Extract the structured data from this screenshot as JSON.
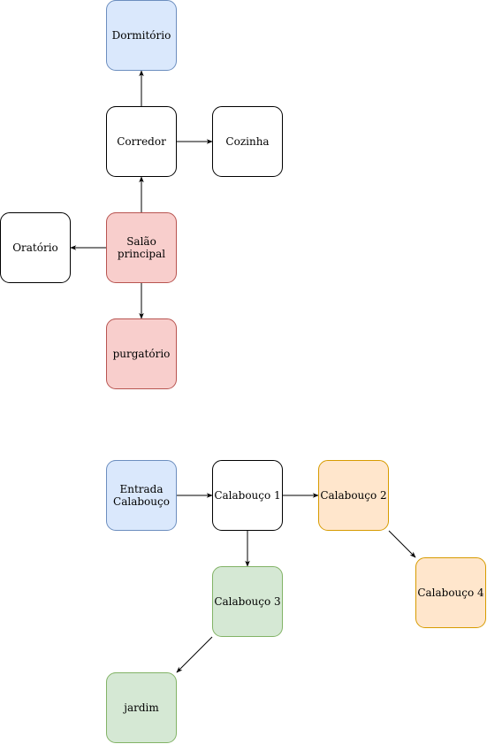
{
  "diagram": {
    "nodes": {
      "dormitorio": {
        "label": "Dormitório"
      },
      "corredor": {
        "label": "Corredor"
      },
      "cozinha": {
        "label": "Cozinha"
      },
      "oratorio": {
        "label": "Oratório"
      },
      "salao": {
        "label": "Salão\nprincipal"
      },
      "purgatorio": {
        "label": "purgatório"
      },
      "entrada": {
        "label": "Entrada\nCalabouço"
      },
      "calabouco1": {
        "label": "Calabouço 1"
      },
      "calabouco2": {
        "label": "Calabouço 2"
      },
      "calabouco3": {
        "label": "Calabouço 3"
      },
      "calabouco4": {
        "label": "Calabouço 4"
      },
      "jardim": {
        "label": "jardim"
      }
    },
    "edges": [
      {
        "from": "salao",
        "to": "corredor"
      },
      {
        "from": "salao",
        "to": "oratorio"
      },
      {
        "from": "salao",
        "to": "purgatorio"
      },
      {
        "from": "corredor",
        "to": "dormitorio"
      },
      {
        "from": "corredor",
        "to": "cozinha"
      },
      {
        "from": "entrada",
        "to": "calabouco1"
      },
      {
        "from": "calabouco1",
        "to": "calabouco2"
      },
      {
        "from": "calabouco1",
        "to": "calabouco3"
      },
      {
        "from": "calabouco2",
        "to": "calabouco4"
      },
      {
        "from": "calabouco3",
        "to": "jardim"
      }
    ],
    "colors": {
      "blue_fill": "#dae8fc",
      "blue_stroke": "#6c8ebf",
      "red_fill": "#f8cecc",
      "red_stroke": "#b85450",
      "orange_fill": "#ffe6cc",
      "orange_stroke": "#d79b00",
      "green_fill": "#d5e8d4",
      "green_stroke": "#82b366",
      "default_fill": "#ffffff",
      "stroke": "#000000"
    }
  }
}
